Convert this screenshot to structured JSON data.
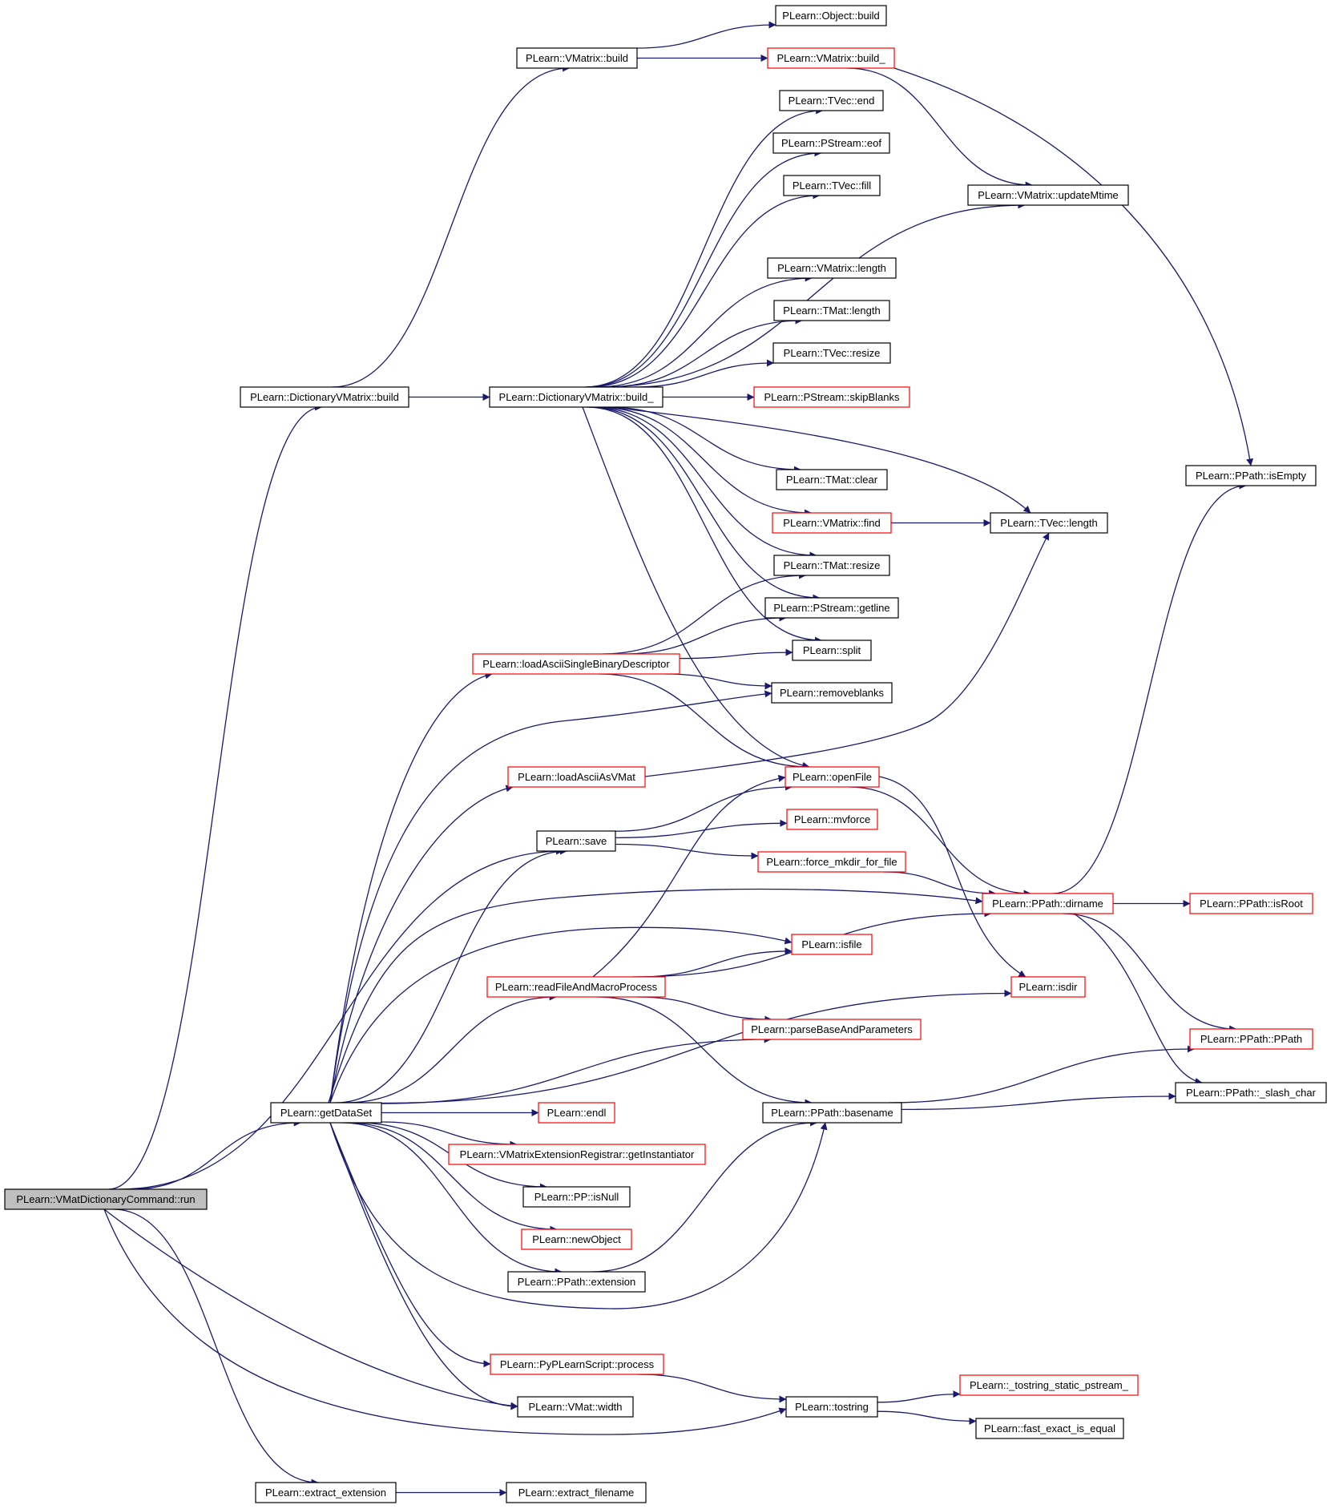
{
  "colors": {
    "edge": "#191970",
    "node_fill": "#ffffff",
    "node_fill_root": "#bfbfbf",
    "border_default": "#000000",
    "border_incomplete": "#ff0000"
  },
  "nodes": [
    {
      "id": "run",
      "label": "PLearn::VMatDictionaryCommand::run",
      "border": "black",
      "root": true
    },
    {
      "id": "dvm_build",
      "label": "PLearn::DictionaryVMatrix::build",
      "border": "black"
    },
    {
      "id": "getDataSet",
      "label": "PLearn::getDataSet",
      "border": "black"
    },
    {
      "id": "extract_extension",
      "label": "PLearn::extract_extension",
      "border": "black"
    },
    {
      "id": "vm_build",
      "label": "PLearn::VMatrix::build",
      "border": "black"
    },
    {
      "id": "dvm_build_",
      "label": "PLearn::DictionaryVMatrix::build_",
      "border": "black"
    },
    {
      "id": "loadAsciiSingle",
      "label": "PLearn::loadAsciiSingleBinaryDescriptor",
      "border": "red"
    },
    {
      "id": "loadAsciiAsVMat",
      "label": "PLearn::loadAsciiAsVMat",
      "border": "red"
    },
    {
      "id": "save",
      "label": "PLearn::save",
      "border": "black"
    },
    {
      "id": "readFileAndMacro",
      "label": "PLearn::readFileAndMacroProcess",
      "border": "red"
    },
    {
      "id": "endl",
      "label": "PLearn::endl",
      "border": "red"
    },
    {
      "id": "getInstantiator",
      "label": "PLearn::VMatrixExtensionRegistrar::getInstantiator",
      "border": "red"
    },
    {
      "id": "isNull",
      "label": "PLearn::PP::isNull",
      "border": "black"
    },
    {
      "id": "newObject",
      "label": "PLearn::newObject",
      "border": "red"
    },
    {
      "id": "pp_extension",
      "label": "PLearn::PPath::extension",
      "border": "black"
    },
    {
      "id": "pyprocess",
      "label": "PLearn::PyPLearnScript::process",
      "border": "red"
    },
    {
      "id": "width",
      "label": "PLearn::VMat::width",
      "border": "black"
    },
    {
      "id": "extract_filename",
      "label": "PLearn::extract_filename",
      "border": "black"
    },
    {
      "id": "obj_build",
      "label": "PLearn::Object::build",
      "border": "black"
    },
    {
      "id": "vm_build_",
      "label": "PLearn::VMatrix::build_",
      "border": "red"
    },
    {
      "id": "tvec_end",
      "label": "PLearn::TVec::end",
      "border": "black"
    },
    {
      "id": "eof",
      "label": "PLearn::PStream::eof",
      "border": "black"
    },
    {
      "id": "fill",
      "label": "PLearn::TVec::fill",
      "border": "black"
    },
    {
      "id": "vm_length",
      "label": "PLearn::VMatrix::length",
      "border": "black"
    },
    {
      "id": "tmat_length",
      "label": "PLearn::TMat::length",
      "border": "black"
    },
    {
      "id": "tvec_resize",
      "label": "PLearn::TVec::resize",
      "border": "black"
    },
    {
      "id": "skipBlanks",
      "label": "PLearn::PStream::skipBlanks",
      "border": "red"
    },
    {
      "id": "tmat_clear",
      "label": "PLearn::TMat::clear",
      "border": "black"
    },
    {
      "id": "vm_find",
      "label": "PLearn::VMatrix::find",
      "border": "red"
    },
    {
      "id": "tmat_resize",
      "label": "PLearn::TMat::resize",
      "border": "black"
    },
    {
      "id": "getline",
      "label": "PLearn::PStream::getline",
      "border": "black"
    },
    {
      "id": "split",
      "label": "PLearn::split",
      "border": "black"
    },
    {
      "id": "removeblanks",
      "label": "PLearn::removeblanks",
      "border": "black"
    },
    {
      "id": "openFile",
      "label": "PLearn::openFile",
      "border": "red"
    },
    {
      "id": "mvforce",
      "label": "PLearn::mvforce",
      "border": "red"
    },
    {
      "id": "force_mkdir",
      "label": "PLearn::force_mkdir_for_file",
      "border": "red"
    },
    {
      "id": "isfile",
      "label": "PLearn::isfile",
      "border": "red"
    },
    {
      "id": "parseBase",
      "label": "PLearn::parseBaseAndParameters",
      "border": "red"
    },
    {
      "id": "basename",
      "label": "PLearn::PPath::basename",
      "border": "black"
    },
    {
      "id": "tostring",
      "label": "PLearn::tostring",
      "border": "black"
    },
    {
      "id": "updateMtime",
      "label": "PLearn::VMatrix::updateMtime",
      "border": "black"
    },
    {
      "id": "tvec_length",
      "label": "PLearn::TVec::length",
      "border": "black"
    },
    {
      "id": "dirname",
      "label": "PLearn::PPath::dirname",
      "border": "red"
    },
    {
      "id": "isdir",
      "label": "PLearn::isdir",
      "border": "red"
    },
    {
      "id": "tostring_static",
      "label": "PLearn::_tostring_static_pstream_",
      "border": "red"
    },
    {
      "id": "fast_exact",
      "label": "PLearn::fast_exact_is_equal",
      "border": "black"
    },
    {
      "id": "isEmpty",
      "label": "PLearn::PPath::isEmpty",
      "border": "black"
    },
    {
      "id": "isRoot",
      "label": "PLearn::PPath::isRoot",
      "border": "red"
    },
    {
      "id": "ppath",
      "label": "PLearn::PPath::PPath",
      "border": "red"
    },
    {
      "id": "slash_char",
      "label": "PLearn::PPath::_slash_char",
      "border": "black"
    }
  ],
  "edges": [
    [
      "run",
      "dvm_build"
    ],
    [
      "run",
      "getDataSet"
    ],
    [
      "run",
      "save"
    ],
    [
      "run",
      "width"
    ],
    [
      "run",
      "tostring"
    ],
    [
      "run",
      "extract_extension"
    ],
    [
      "dvm_build",
      "vm_build"
    ],
    [
      "dvm_build",
      "dvm_build_"
    ],
    [
      "vm_build",
      "obj_build"
    ],
    [
      "vm_build",
      "vm_build_"
    ],
    [
      "vm_build_",
      "updateMtime"
    ],
    [
      "vm_build_",
      "isEmpty"
    ],
    [
      "dvm_build_",
      "tvec_end"
    ],
    [
      "dvm_build_",
      "eof"
    ],
    [
      "dvm_build_",
      "fill"
    ],
    [
      "dvm_build_",
      "updateMtime"
    ],
    [
      "dvm_build_",
      "vm_length"
    ],
    [
      "dvm_build_",
      "tmat_length"
    ],
    [
      "dvm_build_",
      "tvec_resize"
    ],
    [
      "dvm_build_",
      "skipBlanks"
    ],
    [
      "dvm_build_",
      "tvec_length"
    ],
    [
      "dvm_build_",
      "tmat_clear"
    ],
    [
      "dvm_build_",
      "vm_find"
    ],
    [
      "dvm_build_",
      "tmat_resize"
    ],
    [
      "dvm_build_",
      "getline"
    ],
    [
      "dvm_build_",
      "split"
    ],
    [
      "dvm_build_",
      "openFile"
    ],
    [
      "vm_find",
      "tvec_length"
    ],
    [
      "loadAsciiSingle",
      "tmat_resize"
    ],
    [
      "loadAsciiSingle",
      "getline"
    ],
    [
      "loadAsciiSingle",
      "split"
    ],
    [
      "loadAsciiSingle",
      "removeblanks"
    ],
    [
      "loadAsciiSingle",
      "openFile"
    ],
    [
      "loadAsciiAsVMat",
      "tvec_length"
    ],
    [
      "getDataSet",
      "loadAsciiSingle"
    ],
    [
      "getDataSet",
      "removeblanks"
    ],
    [
      "getDataSet",
      "loadAsciiAsVMat"
    ],
    [
      "getDataSet",
      "save"
    ],
    [
      "getDataSet",
      "dirname"
    ],
    [
      "getDataSet",
      "isfile"
    ],
    [
      "getDataSet",
      "readFileAndMacro"
    ],
    [
      "getDataSet",
      "parseBase"
    ],
    [
      "getDataSet",
      "isdir"
    ],
    [
      "getDataSet",
      "endl"
    ],
    [
      "getDataSet",
      "getInstantiator"
    ],
    [
      "getDataSet",
      "isNull"
    ],
    [
      "getDataSet",
      "newObject"
    ],
    [
      "getDataSet",
      "pp_extension"
    ],
    [
      "getDataSet",
      "basename"
    ],
    [
      "getDataSet",
      "pyprocess"
    ],
    [
      "getDataSet",
      "width"
    ],
    [
      "save",
      "openFile"
    ],
    [
      "save",
      "mvforce"
    ],
    [
      "save",
      "force_mkdir"
    ],
    [
      "force_mkdir",
      "dirname"
    ],
    [
      "openFile",
      "dirname"
    ],
    [
      "openFile",
      "isdir"
    ],
    [
      "readFileAndMacro",
      "openFile"
    ],
    [
      "readFileAndMacro",
      "isfile"
    ],
    [
      "readFileAndMacro",
      "dirname"
    ],
    [
      "readFileAndMacro",
      "parseBase"
    ],
    [
      "readFileAndMacro",
      "basename"
    ],
    [
      "dirname",
      "isEmpty"
    ],
    [
      "dirname",
      "isRoot"
    ],
    [
      "dirname",
      "ppath"
    ],
    [
      "dirname",
      "slash_char"
    ],
    [
      "basename",
      "ppath"
    ],
    [
      "basename",
      "slash_char"
    ],
    [
      "pp_extension",
      "basename"
    ],
    [
      "pyprocess",
      "tostring"
    ],
    [
      "tostring",
      "tostring_static"
    ],
    [
      "tostring",
      "fast_exact"
    ],
    [
      "extract_extension",
      "extract_filename"
    ]
  ]
}
